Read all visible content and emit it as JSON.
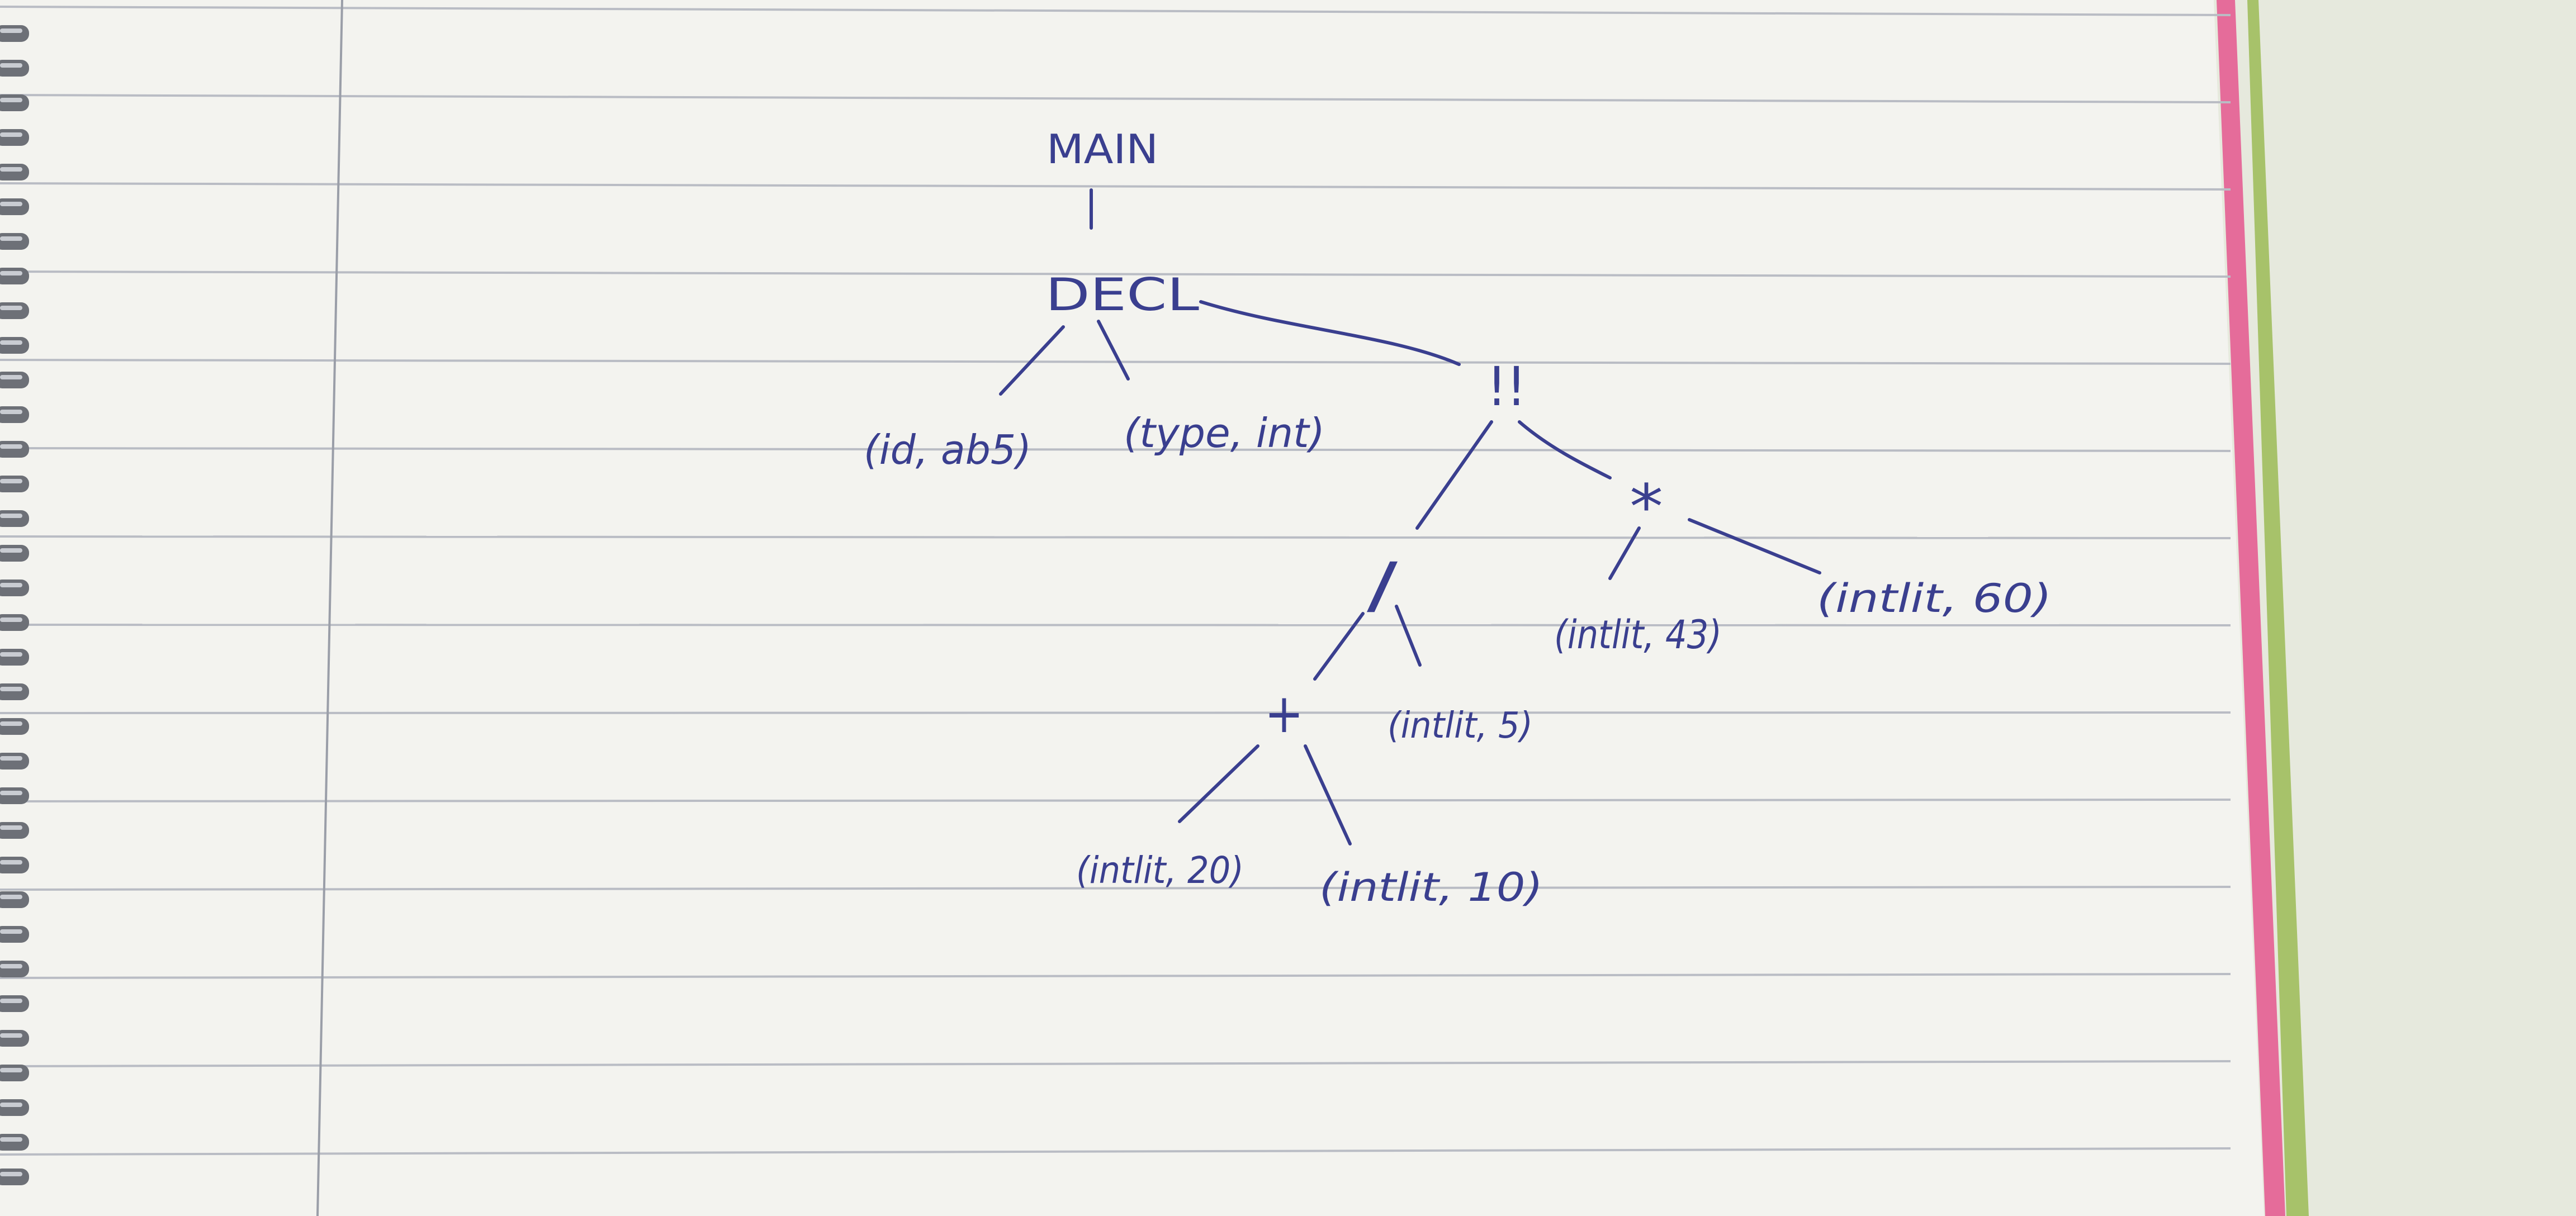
{
  "colors": {
    "paper": "#f3f3ef",
    "rule_line": "#b9bcc4",
    "margin_line": "#9a9ea8",
    "ink": "#3a3f8f",
    "pink_edge": "#e56c9a",
    "green_edge": "#a7c26a",
    "backdrop": "#e6e9dd",
    "ring": "#6d7077"
  },
  "icons": [
    "spiral-binding-ring-icon"
  ],
  "diagram": {
    "type": "tree",
    "nodes": [
      {
        "id": "main",
        "label": "MAIN"
      },
      {
        "id": "decl",
        "label": "DECL"
      },
      {
        "id": "id",
        "label": "(id, ab5)"
      },
      {
        "id": "type",
        "label": "(type, int)"
      },
      {
        "id": "assign",
        "label": "!!"
      },
      {
        "id": "mul",
        "label": "*"
      },
      {
        "id": "div",
        "label": "/"
      },
      {
        "id": "plus",
        "label": "+"
      },
      {
        "id": "lit43",
        "label": "(intlit, 43)"
      },
      {
        "id": "lit60",
        "label": "(intlit, 60)"
      },
      {
        "id": "lit5",
        "label": "(intlit, 5)"
      },
      {
        "id": "lit20",
        "label": "(intlit, 20)"
      },
      {
        "id": "lit10",
        "label": "(intlit, 10)"
      }
    ],
    "edges": [
      [
        "main",
        "decl"
      ],
      [
        "decl",
        "id"
      ],
      [
        "decl",
        "type"
      ],
      [
        "decl",
        "assign"
      ],
      [
        "assign",
        "div"
      ],
      [
        "assign",
        "mul"
      ],
      [
        "mul",
        "lit43"
      ],
      [
        "mul",
        "lit60"
      ],
      [
        "div",
        "plus"
      ],
      [
        "div",
        "lit5"
      ],
      [
        "plus",
        "lit20"
      ],
      [
        "plus",
        "lit10"
      ]
    ]
  }
}
